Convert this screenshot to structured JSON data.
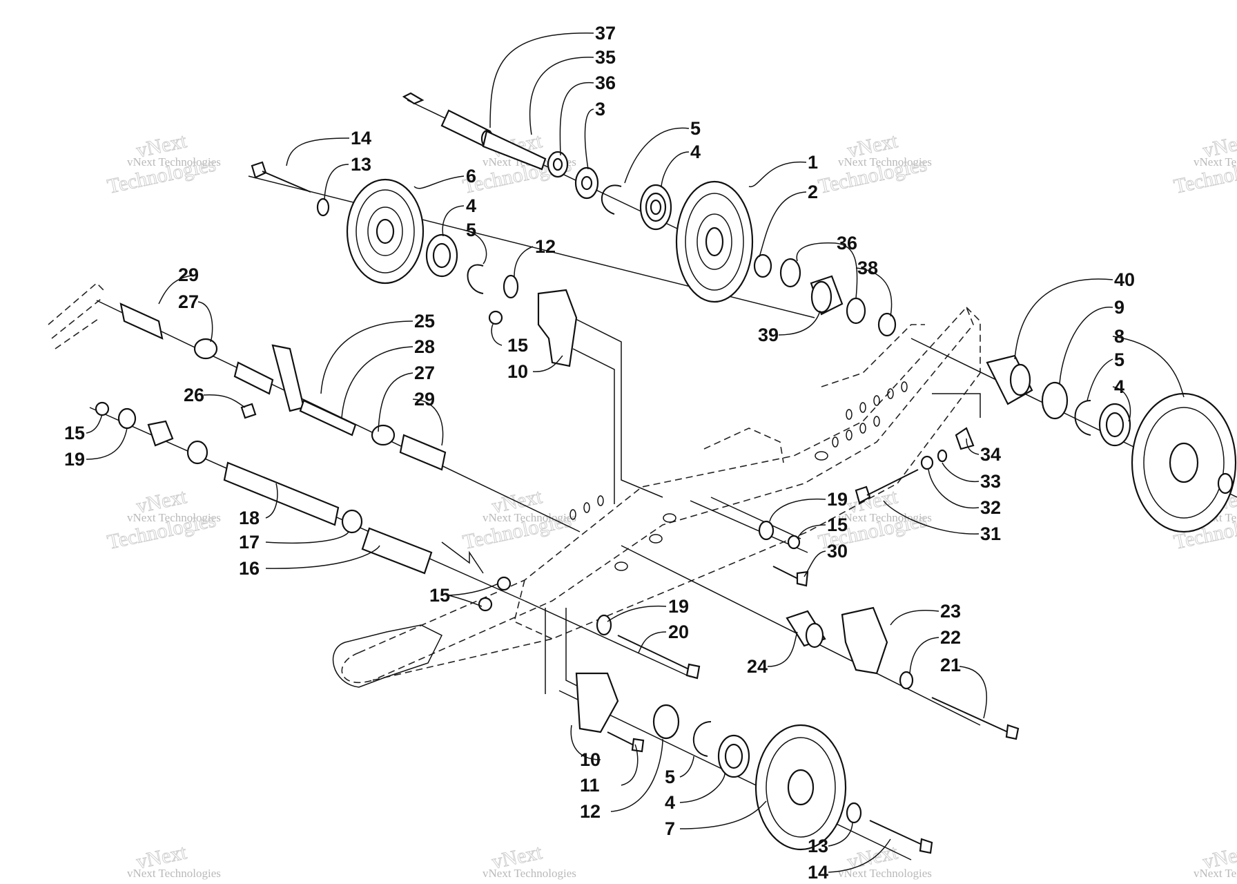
{
  "callouts": [
    {
      "id": "c37",
      "label": "37"
    },
    {
      "id": "c35",
      "label": "35"
    },
    {
      "id": "c36a",
      "label": "36"
    },
    {
      "id": "c3",
      "label": "3"
    },
    {
      "id": "c5a",
      "label": "5"
    },
    {
      "id": "c4a",
      "label": "4"
    },
    {
      "id": "c1",
      "label": "1"
    },
    {
      "id": "c2",
      "label": "2"
    },
    {
      "id": "c14a",
      "label": "14"
    },
    {
      "id": "c13a",
      "label": "13"
    },
    {
      "id": "c6",
      "label": "6"
    },
    {
      "id": "c4b",
      "label": "4"
    },
    {
      "id": "c5b",
      "label": "5"
    },
    {
      "id": "c12a",
      "label": "12"
    },
    {
      "id": "c36b",
      "label": "36"
    },
    {
      "id": "c38",
      "label": "38"
    },
    {
      "id": "c39",
      "label": "39"
    },
    {
      "id": "c40",
      "label": "40"
    },
    {
      "id": "c9",
      "label": "9"
    },
    {
      "id": "c5c",
      "label": "5"
    },
    {
      "id": "c8",
      "label": "8"
    },
    {
      "id": "c4c",
      "label": "4"
    },
    {
      "id": "c29a",
      "label": "29"
    },
    {
      "id": "c27a",
      "label": "27"
    },
    {
      "id": "c25",
      "label": "25"
    },
    {
      "id": "c28",
      "label": "28"
    },
    {
      "id": "c27b",
      "label": "27"
    },
    {
      "id": "c29b",
      "label": "29"
    },
    {
      "id": "c26",
      "label": "26"
    },
    {
      "id": "c15a",
      "label": "15"
    },
    {
      "id": "c10a",
      "label": "10"
    },
    {
      "id": "c15b",
      "label": "15"
    },
    {
      "id": "c19a",
      "label": "19"
    },
    {
      "id": "c34",
      "label": "34"
    },
    {
      "id": "c33",
      "label": "33"
    },
    {
      "id": "c32",
      "label": "32"
    },
    {
      "id": "c31",
      "label": "31"
    },
    {
      "id": "c19b",
      "label": "19"
    },
    {
      "id": "c15c",
      "label": "15"
    },
    {
      "id": "c30",
      "label": "30"
    },
    {
      "id": "c18",
      "label": "18"
    },
    {
      "id": "c17",
      "label": "17"
    },
    {
      "id": "c16",
      "label": "16"
    },
    {
      "id": "c15d",
      "label": "15"
    },
    {
      "id": "c19c",
      "label": "19"
    },
    {
      "id": "c20",
      "label": "20"
    },
    {
      "id": "c23",
      "label": "23"
    },
    {
      "id": "c22",
      "label": "22"
    },
    {
      "id": "c21",
      "label": "21"
    },
    {
      "id": "c24",
      "label": "24"
    },
    {
      "id": "c10b",
      "label": "10"
    },
    {
      "id": "c11",
      "label": "11"
    },
    {
      "id": "c12b",
      "label": "12"
    },
    {
      "id": "c5d",
      "label": "5"
    },
    {
      "id": "c4d",
      "label": "4"
    },
    {
      "id": "c7",
      "label": "7"
    },
    {
      "id": "c13b",
      "label": "13"
    },
    {
      "id": "c14b",
      "label": "14"
    }
  ],
  "watermark": {
    "line1": "vNext Technologies",
    "line2": "vNext",
    "line3": "Technologies"
  }
}
